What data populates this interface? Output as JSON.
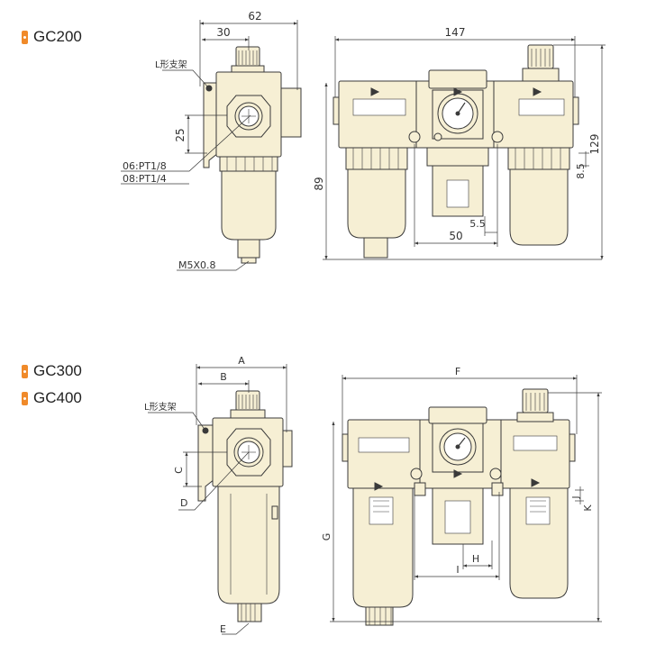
{
  "models": {
    "gc200": "GC200",
    "gc300": "GC300",
    "gc400": "GC400"
  },
  "labels": {
    "bracket_top": "L形支架",
    "bracket_bottom": "L形支架",
    "port_a": "06:PT1/8",
    "port_b": "08:PT1/4",
    "drain": "M5X0.8"
  },
  "dims_top": {
    "d62": "62",
    "d30": "30",
    "d25": "25",
    "d89": "89",
    "d147": "147",
    "d129": "129",
    "d8_5": "8.5",
    "d5_5": "5.5",
    "d50": "50"
  },
  "dims_bottom": {
    "A": "A",
    "B": "B",
    "C": "C",
    "D": "D",
    "E": "E",
    "F": "F",
    "G": "G",
    "H": "H",
    "I": "I",
    "J": "J",
    "K": "K"
  },
  "colors": {
    "body_fill": "#f6efd4",
    "line": "#3a3a3a",
    "accent": "#f08a2a"
  }
}
